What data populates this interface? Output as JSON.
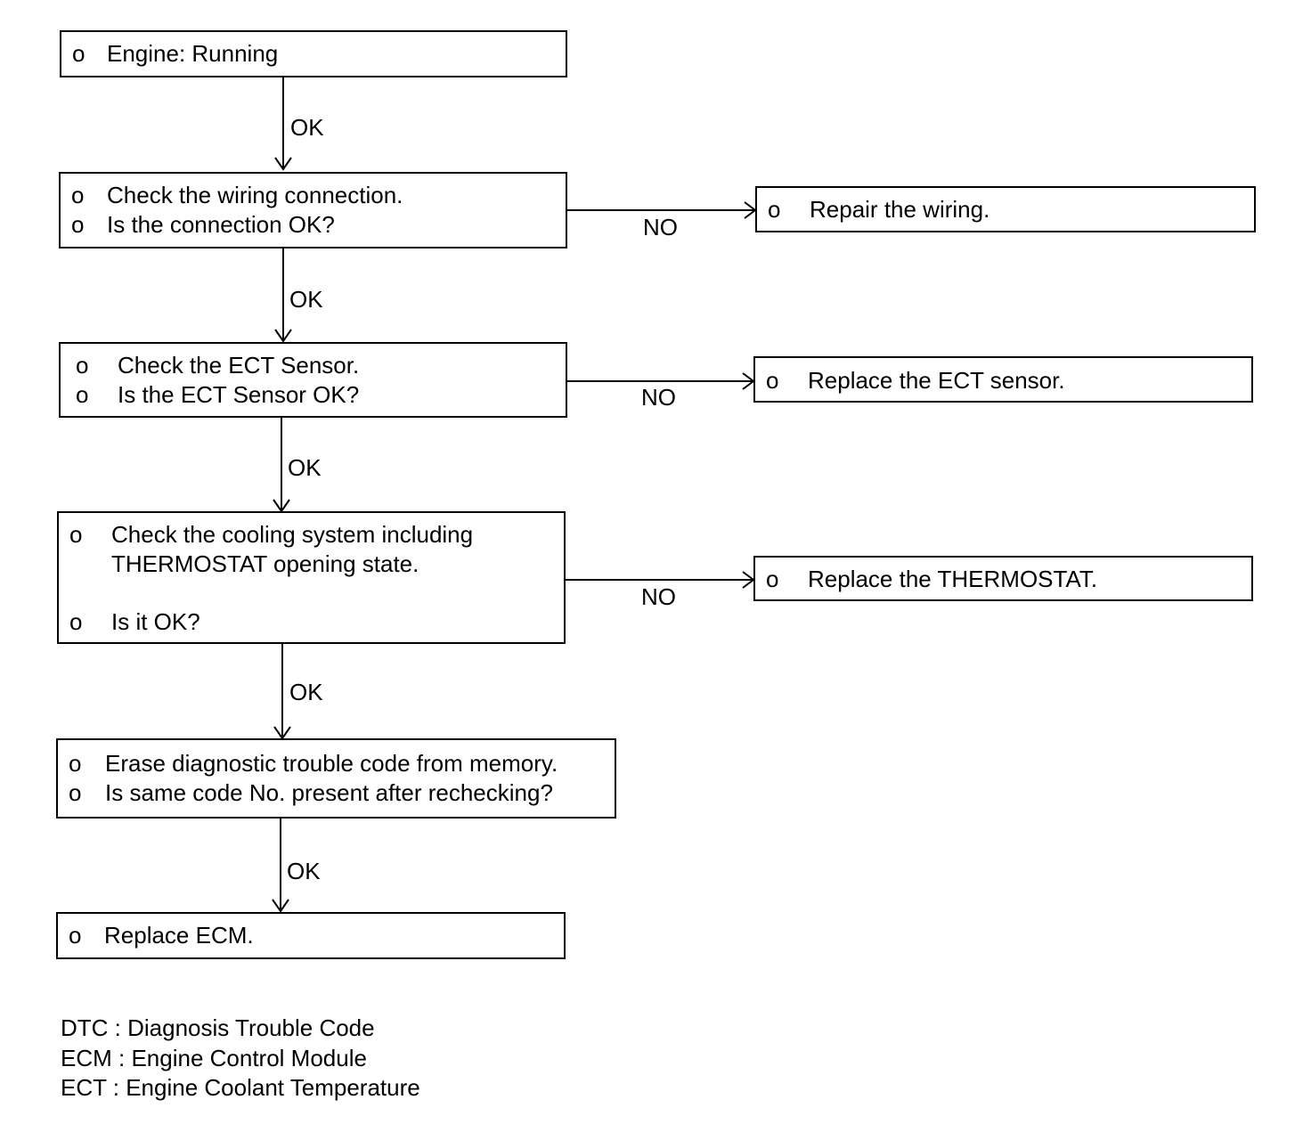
{
  "steps": [
    {
      "bullets": [
        "o"
      ],
      "lines": [
        "Engine: Running"
      ]
    },
    {
      "bullets": [
        "o",
        "o"
      ],
      "lines": [
        "Check the wiring connection.",
        "Is the connection OK?"
      ]
    },
    {
      "bullets": [
        "o",
        "o"
      ],
      "lines": [
        "Check the ECT Sensor.",
        "Is the ECT Sensor OK?"
      ]
    },
    {
      "bullets": [
        "o",
        "o"
      ],
      "lines": [
        "Check the cooling system including",
        "THERMOSTAT opening state.",
        "Is it OK?"
      ]
    },
    {
      "bullets": [
        "o",
        "o"
      ],
      "lines": [
        "Erase diagnostic trouble code from memory.",
        "Is same code No. present after rechecking?"
      ]
    },
    {
      "bullets": [
        "o"
      ],
      "lines": [
        "Replace ECM."
      ]
    }
  ],
  "actions": [
    {
      "bullet": "o",
      "text": "Repair the wiring."
    },
    {
      "bullet": "o",
      "text": "Replace the ECT sensor."
    },
    {
      "bullet": "o",
      "text": "Replace the THERMOSTAT."
    }
  ],
  "edge_labels": {
    "ok": [
      "OK",
      "OK",
      "OK",
      "OK",
      "OK"
    ],
    "no": [
      "NO",
      "NO",
      "NO"
    ]
  },
  "legend": [
    "DTC : Diagnosis Trouble Code",
    "ECM : Engine Control Module",
    "ECT : Engine Coolant Temperature"
  ]
}
